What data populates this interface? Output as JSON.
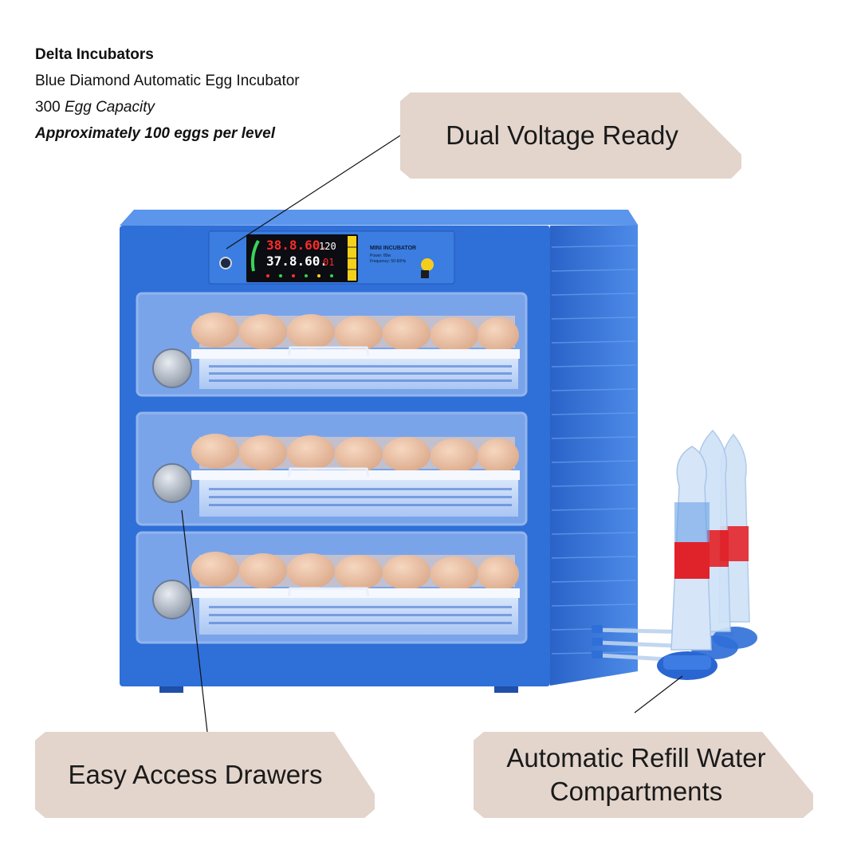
{
  "header": {
    "brand": "Delta Incubators",
    "product_name": "Blue Diamond Automatic Egg Incubator",
    "capacity_number": "300",
    "capacity_label": "Egg Capacity",
    "per_level": "Approximately 100 eggs per level"
  },
  "callouts": {
    "voltage": "Dual Voltage Ready",
    "drawers": "Easy Access Drawers",
    "water": "Automatic Refill Water Compartments"
  },
  "display": {
    "top_reading": "38.8.60.",
    "top_counter": "120",
    "bottom_reading": "37.8.60.",
    "bottom_counter": "01",
    "label_title": "MINI INCUBATOR",
    "label_line1": "Power: 80w",
    "label_line2": "Frequency: 50-60Hz"
  },
  "colors": {
    "body_blue": "#2f6fd8",
    "callout_bg": "#e3d5cc",
    "water_red": "#e0232b"
  }
}
